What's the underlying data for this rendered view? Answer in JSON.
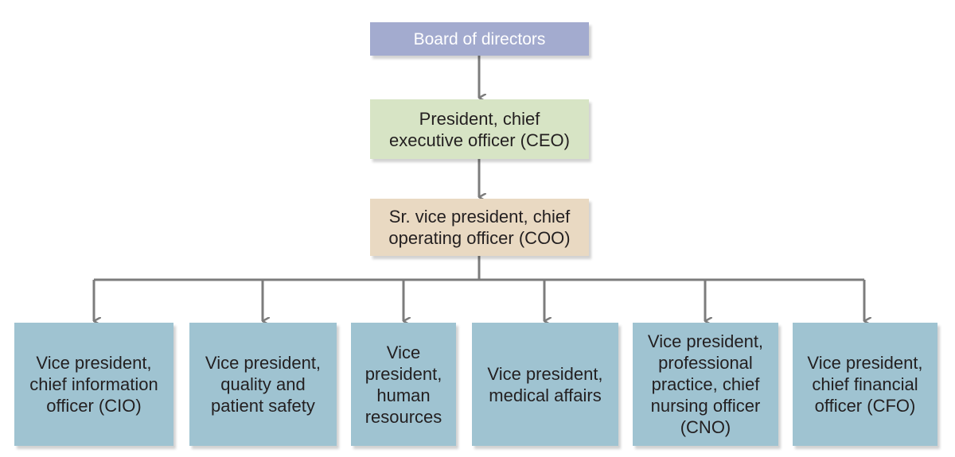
{
  "colors": {
    "board_fill": "#a3abcf",
    "ceo_fill": "#d7e4c5",
    "coo_fill": "#e9d9c2",
    "vp_fill": "#9fc3d1",
    "connector": "#7c7c7c",
    "text": "#231f20"
  },
  "nodes": {
    "board": "Board of directors",
    "ceo": "President, chief\nexecutive officer (CEO)",
    "coo": "Sr. vice president, chief\noperating officer (COO)",
    "vps": [
      "Vice president,\nchief information\nofficer (CIO)",
      "Vice president,\nquality and\npatient safety",
      "Vice\npresident,\nhuman\nresources",
      "Vice president,\nmedical affairs",
      "Vice president,\nprofessional\npractice, chief\nnursing officer\n(CNO)",
      "Vice president,\nchief financial\nofficer (CFO)"
    ]
  },
  "edges": [
    [
      "board",
      "ceo"
    ],
    [
      "ceo",
      "coo"
    ],
    [
      "coo",
      "vp-cio"
    ],
    [
      "coo",
      "vp-quality"
    ],
    [
      "coo",
      "vp-hr"
    ],
    [
      "coo",
      "vp-medical"
    ],
    [
      "coo",
      "vp-cno"
    ],
    [
      "coo",
      "vp-cfo"
    ]
  ]
}
